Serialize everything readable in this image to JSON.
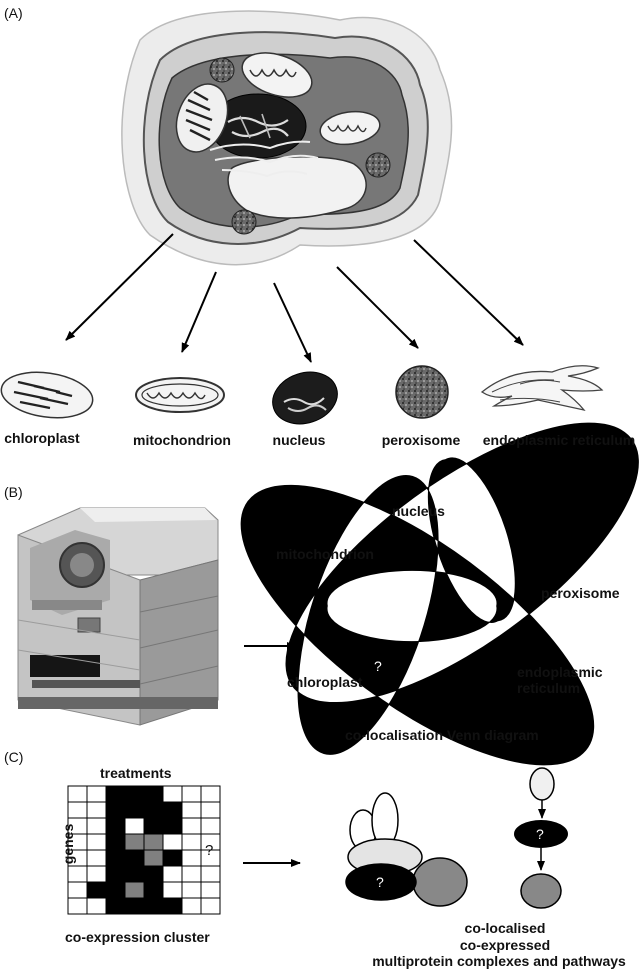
{
  "panels": [
    {
      "label": "(A)"
    },
    {
      "label": "(B)"
    },
    {
      "label": "(C)"
    }
  ],
  "panel_a": {
    "organelles": [
      {
        "label": "chloroplast"
      },
      {
        "label": "mitochondrion"
      },
      {
        "label": "nucleus"
      },
      {
        "label": "peroxisome"
      },
      {
        "label": "endoplasmic reticulum"
      }
    ]
  },
  "panel_b": {
    "venn_labels": {
      "nucleus": "nucleus",
      "mitochondrion": "mitochondrion",
      "peroxisome": "peroxisome",
      "endoplasmic_reticulum_1": "endoplasmic",
      "endoplasmic_reticulum_2": "reticulum",
      "chloroplast": "chloroplast",
      "unknown": "?"
    },
    "caption": "co-localisation Venn diagram"
  },
  "panel_c": {
    "heatmap_title": "treatments",
    "heatmap_ylabel": "genes",
    "unknown_mark": "?",
    "heatmap_caption": "co-expression cluster",
    "complex_unknown": "?",
    "pathway_unknown": "?",
    "caption_lines": [
      "co-localised",
      "co-expressed",
      "multiprotein complexes and pathways"
    ],
    "heatmap_cells": [
      [
        0,
        0,
        1,
        1,
        1,
        0,
        0,
        0
      ],
      [
        0,
        0,
        1,
        1,
        1,
        1,
        0,
        0
      ],
      [
        0,
        0,
        1,
        0,
        1,
        1,
        0,
        0
      ],
      [
        0,
        0,
        1,
        2,
        2,
        0,
        0,
        0
      ],
      [
        0,
        0,
        1,
        1,
        2,
        1,
        0,
        0
      ],
      [
        0,
        0,
        1,
        1,
        1,
        0,
        0,
        0
      ],
      [
        0,
        1,
        1,
        2,
        1,
        0,
        0,
        0
      ],
      [
        0,
        0,
        1,
        1,
        1,
        1,
        0,
        0
      ]
    ],
    "cell_colors": {
      "0": "#ffffff",
      "1": "#000000",
      "2": "#808080"
    }
  }
}
